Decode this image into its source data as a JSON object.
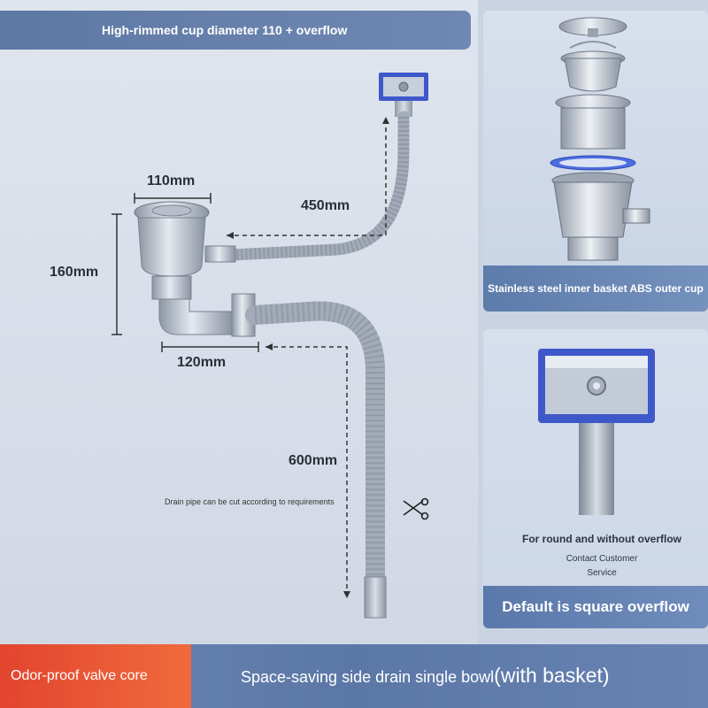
{
  "header": {
    "title": "High-rimmed cup diameter 110 + overflow"
  },
  "dimensions": {
    "cup_diameter": "110mm",
    "cup_height": "160mm",
    "elbow_width": "120mm",
    "overflow_hose": "450mm",
    "drain_hose": "600mm"
  },
  "drain_note": "Drain pipe can be cut according to requirements",
  "right_panel_top": {
    "caption": "Stainless steel inner basket ABS outer cup"
  },
  "right_panel_bottom": {
    "note": "For round and without overflow",
    "contact_line1": "Contact Customer",
    "contact_line2": "Service",
    "caption": "Default is square overflow"
  },
  "footer": {
    "badge": "Odor-proof valve core",
    "title_main": "Space-saving side drain single bowl",
    "title_suffix": "(with basket)"
  },
  "colors": {
    "accent_blue": "#5e78a4",
    "badge_orange": "#e2452e",
    "overflow_blue": "#3e57c9"
  }
}
